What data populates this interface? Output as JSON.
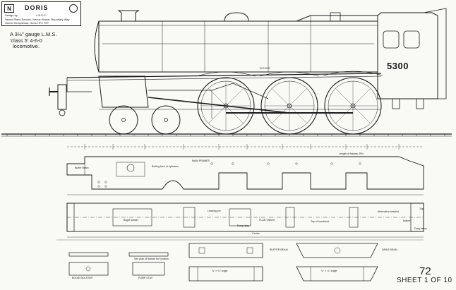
{
  "title_block": {
    "title": "DORIS",
    "designer_label": "Design by",
    "designer": "L.B.S.C.",
    "publisher_line1": "Nexus Plans Service, Nexus House, Boundary Way",
    "publisher_line2": "Hemel Hempstead, Herts HP2 7ST"
  },
  "description": {
    "line1": "A 3½\" gauge L.M.S.",
    "line2": "'class 5' 4-6-0",
    "line3": "locomotive."
  },
  "loco": {
    "number": "5300",
    "nameplate": "DORIS"
  },
  "labels": {
    "main_frames": "MAIN FRAMES",
    "plan_views": "PLAN VIEWS",
    "buffer_beam": "BUFFER BEAM",
    "drag_beam": "DRAG BEAM",
    "bogie_bolster": "BOGIE BOLSTER",
    "pump_stay": "PUMP STAY",
    "buffer_beam_lbl": "Buffer beam",
    "alternative_bracket": "Alternative bracket",
    "top": "Top",
    "bottom": "Bottom",
    "bogie_bolster_small": "Bogie bolster",
    "bolting_face": "Bolting face of cylinders",
    "leading_pin": "Leading pin",
    "centre": "Centre",
    "pump_stay_small": "Pump stay",
    "top_of_hornblock": "Top of hornblock",
    "length_of_frames": "Length of frames 25¾",
    "drag_beam_small": "Drag beam",
    "angle_1": "¾\" × ¾\" angle",
    "angle_2": "¾\" × ¾\" angle",
    "see_plan": "See plan of frames for location"
  },
  "sheet": {
    "number": "72",
    "of": "SHEET 1 OF 10"
  }
}
